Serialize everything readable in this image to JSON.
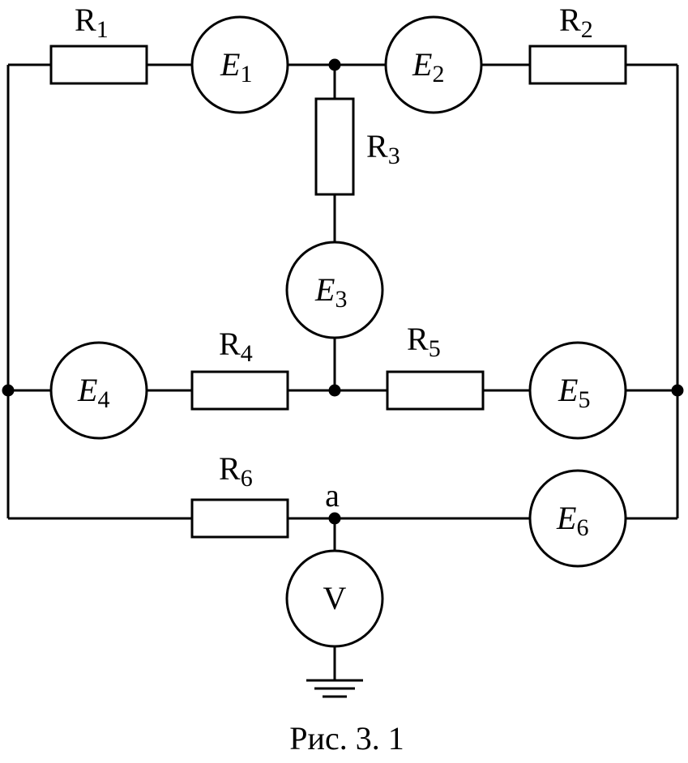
{
  "caption": "Рис. 3. 1",
  "resistors": {
    "r1": {
      "letter": "R",
      "index": "1"
    },
    "r2": {
      "letter": "R",
      "index": "2"
    },
    "r3": {
      "letter": "R",
      "index": "3"
    },
    "r4": {
      "letter": "R",
      "index": "4"
    },
    "r5": {
      "letter": "R",
      "index": "5"
    },
    "r6": {
      "letter": "R",
      "index": "6"
    }
  },
  "sources": {
    "e1": {
      "letter": "E",
      "index": "1"
    },
    "e2": {
      "letter": "E",
      "index": "2"
    },
    "e3": {
      "letter": "E",
      "index": "3"
    },
    "e4": {
      "letter": "E",
      "index": "4"
    },
    "e5": {
      "letter": "E",
      "index": "5"
    },
    "e6": {
      "letter": "E",
      "index": "6"
    }
  },
  "voltmeter": {
    "label": "V"
  },
  "node_a": {
    "label": "a"
  }
}
